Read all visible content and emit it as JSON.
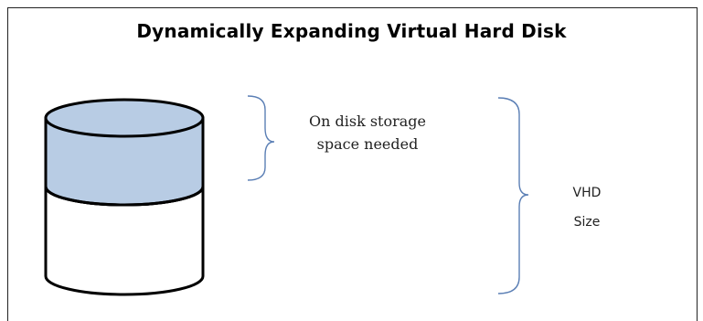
{
  "title": "Dynamically Expanding Virtual Hard Disk",
  "labels": {
    "storage_line1": "On disk storage",
    "storage_line2": "space needed",
    "vhd_line1": "VHD",
    "vhd_line2": "Size"
  },
  "colors": {
    "filled_portion": "#b8cce4",
    "outline": "#000000",
    "bracket": "#5b7fb5"
  }
}
